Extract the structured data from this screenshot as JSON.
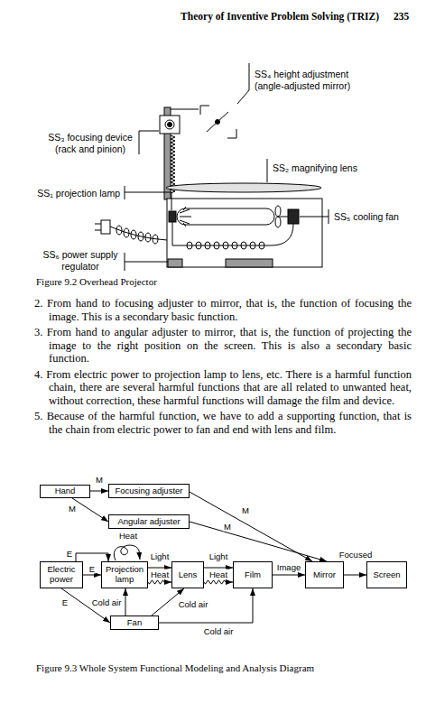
{
  "diagram": {
    "caption": "Figure 9.3 Whole System Functional Modeling and Analysis Diagram",
    "nodes": [
      {
        "text": [
          "Hand"
        ]
      },
      {
        "text": [
          "Focusing adjuster"
        ]
      },
      {
        "text": [
          "Angular adjuster"
        ]
      },
      {
        "text": [
          "Electric power"
        ]
      },
      {
        "text": [
          "Projection lamp"
        ]
      },
      {
        "text": [
          "Lens"
        ]
      },
      {
        "text": [
          "Film"
        ]
      },
      {
        "text": [
          "Mirror"
        ]
      },
      {
        "text": [
          "Screen"
        ]
      },
      {
        "text": [
          "Fan"
        ]
      }
    ],
    "edges": [
      {
        "from": 0,
        "to": 1,
        "label": "M",
        "arrow": "to"
      },
      {
        "from": 0,
        "to": 2,
        "label": "M",
        "arrow": "to"
      },
      {
        "from": 1,
        "to": 7,
        "label": "M",
        "arrow": "to"
      },
      {
        "from": 2,
        "to": 7,
        "label": "M",
        "arrow": "to"
      },
      {
        "from": 3,
        "to": 4,
        "label": "E",
        "arrow": "to"
      },
      {
        "from": 3,
        "to": 4,
        "label": "E",
        "arrow": "to"
      },
      {
        "from": 3,
        "to": 9,
        "label": "E",
        "arrow": "to"
      },
      {
        "from": 4,
        "to": 5,
        "label": "Light",
        "arrow": "to"
      },
      {
        "from": 4,
        "to": 5,
        "label": "Heat",
        "arrow": "to"
      },
      {
        "from": 5,
        "to": 6,
        "label": "Light",
        "arrow": "to"
      },
      {
        "from": 5,
        "to": 6,
        "label": "Heat",
        "arrow": "to"
      },
      {
        "from": 6,
        "to": 7,
        "label": "Image",
        "arrow": "to"
      },
      {
        "from": 7,
        "to": 8,
        "label": "Focused",
        "arrow": "to"
      },
      {
        "from": 9,
        "to": 4,
        "label": "Cold air",
        "arrow": "to"
      },
      {
        "from": 9,
        "to": 5,
        "label": "Cold air",
        "arrow": "to"
      },
      {
        "from": 9,
        "to": 6,
        "label": "Cold air",
        "arrow": "to"
      }
    ],
    "labels": [
      "Theory of Inventive Problem Solving (TRIZ)",
      "235",
      "SS₄ height adjustment (angle-adjusted mirror)",
      "SS₃ focusing device (rack and pinion)",
      "SS₂ magnifying lens",
      "SS₁ projection lamp",
      "SS₅ cooling fan",
      "SS₆ power supply regulator",
      "Figure 9.2 Overhead Projector",
      "2. From hand to focusing adjuster to mirror, that is, the function of focusing the image. This is a secondary basic function.",
      "3. From hand to angular adjuster to mirror, that is, the function of projecting the image to the right position on the screen. This is also a secondary basic function.",
      "4. From electric power to projection lamp to lens, etc. There is a harmful function chain, there are several harmful functions that are all related to unwanted heat, without correction, these harmful functions will damage the film and device.",
      "5. Because of the harmful function, we have to add a supporting function, that is the chain from electric power to fan and end with lens and film.",
      "Heat"
    ]
  }
}
